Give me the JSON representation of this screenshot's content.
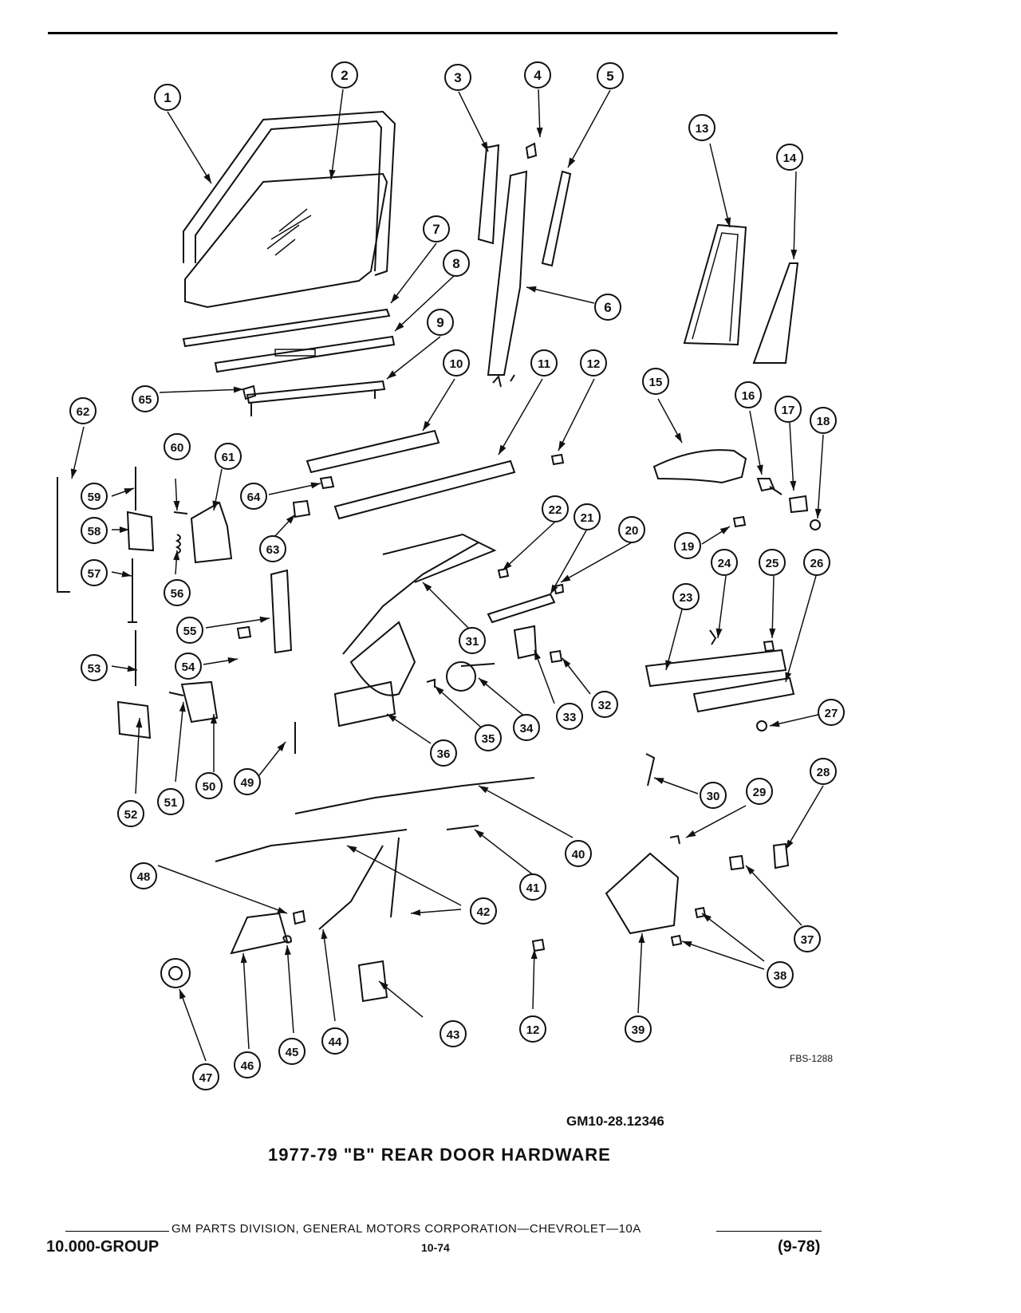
{
  "diagram": {
    "code": "FBS-1288",
    "callouts": [
      "1",
      "2",
      "3",
      "4",
      "5",
      "6",
      "7",
      "8",
      "9",
      "10",
      "11",
      "12",
      "13",
      "14",
      "15",
      "16",
      "17",
      "18",
      "19",
      "20",
      "21",
      "22",
      "23",
      "24",
      "25",
      "26",
      "27",
      "28",
      "29",
      "30",
      "31",
      "32",
      "33",
      "34",
      "35",
      "36",
      "37",
      "38",
      "39",
      "40",
      "41",
      "42",
      "43",
      "44",
      "45",
      "46",
      "47",
      "48",
      "49",
      "50",
      "51",
      "52",
      "53",
      "54",
      "55",
      "56",
      "57",
      "58",
      "59",
      "60",
      "61",
      "62",
      "63",
      "64",
      "65",
      "12"
    ]
  },
  "page": {
    "catalog_number": "GM10-28.12346",
    "title": "1977-79 \"B\" REAR DOOR HARDWARE",
    "footer_line": "GM PARTS DIVISION, GENERAL MOTORS CORPORATION—CHEVROLET—10A",
    "group": "10.000-GROUP",
    "page_number": "10-74",
    "revision": "(9-78)"
  }
}
